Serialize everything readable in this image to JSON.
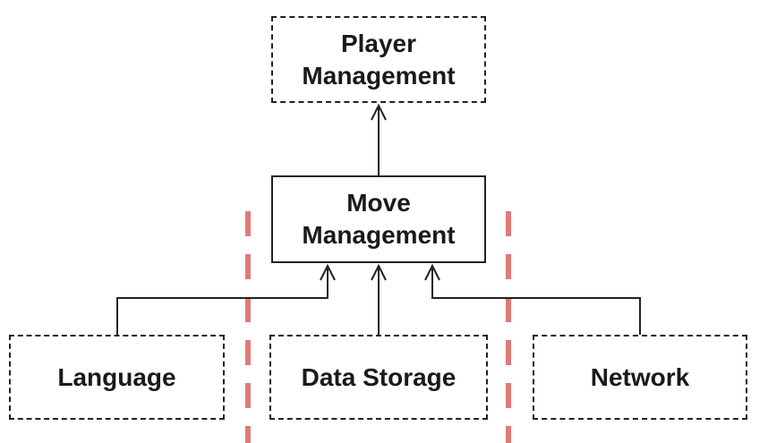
{
  "nodes": {
    "player_management": {
      "line1": "Player",
      "line2": "Management",
      "style": "dashed"
    },
    "move_management": {
      "line1": "Move",
      "line2": "Management",
      "style": "solid"
    },
    "language": {
      "label": "Language",
      "style": "dashed"
    },
    "data_storage": {
      "label": "Data Storage",
      "style": "dashed"
    },
    "network": {
      "label": "Network",
      "style": "dashed"
    }
  },
  "edges": [
    {
      "from": "move_management",
      "to": "player_management",
      "arrow": "open"
    },
    {
      "from": "language",
      "to": "move_management",
      "arrow": "open"
    },
    {
      "from": "data_storage",
      "to": "move_management",
      "arrow": "open"
    },
    {
      "from": "network",
      "to": "move_management",
      "arrow": "open"
    }
  ],
  "colors": {
    "line": "#222222",
    "separator": "#e07a78",
    "background": "#ffffff"
  }
}
